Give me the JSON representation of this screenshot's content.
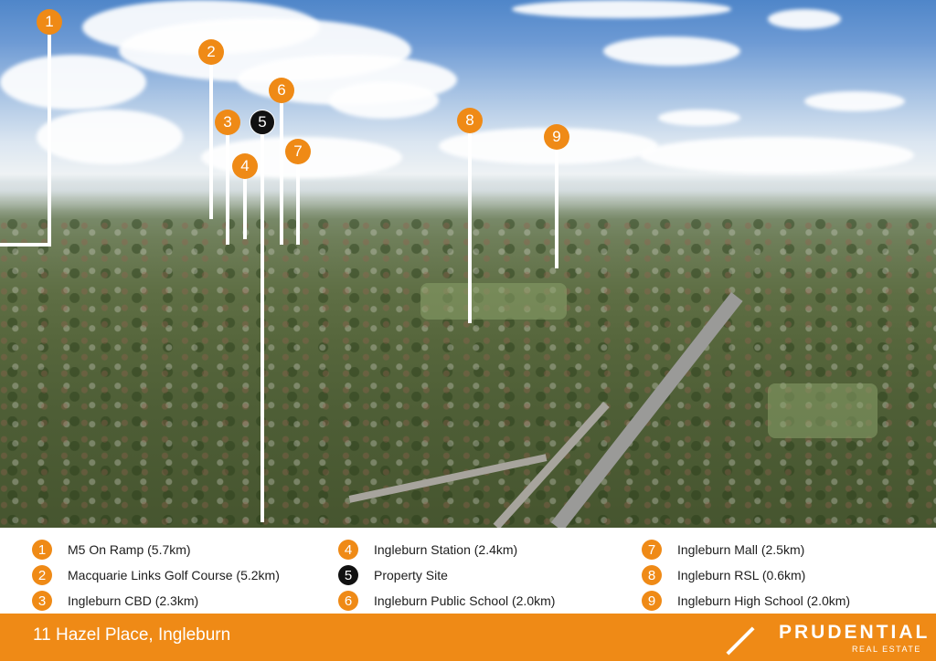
{
  "markers": [
    {
      "id": "1",
      "label": "M5 On Ramp (5.7km)"
    },
    {
      "id": "2",
      "label": "Macquarie Links Golf Course (5.2km)"
    },
    {
      "id": "3",
      "label": "Ingleburn CBD (2.3km)"
    },
    {
      "id": "4",
      "label": "Ingleburn Station  (2.4km)"
    },
    {
      "id": "5",
      "label": "Property Site"
    },
    {
      "id": "6",
      "label": "Ingleburn Public School (2.0km)"
    },
    {
      "id": "7",
      "label": "Ingleburn Mall (2.5km)"
    },
    {
      "id": "8",
      "label": "Ingleburn RSL (0.6km)"
    },
    {
      "id": "9",
      "label": "Ingleburn High School (2.0km)"
    }
  ],
  "footer": {
    "address": "11 Hazel Place, Ingleburn",
    "brand": "PRUDENTIAL",
    "brand_sub": "REAL ESTATE"
  },
  "colors": {
    "accent": "#ef8a16",
    "property_marker": "#111111"
  }
}
